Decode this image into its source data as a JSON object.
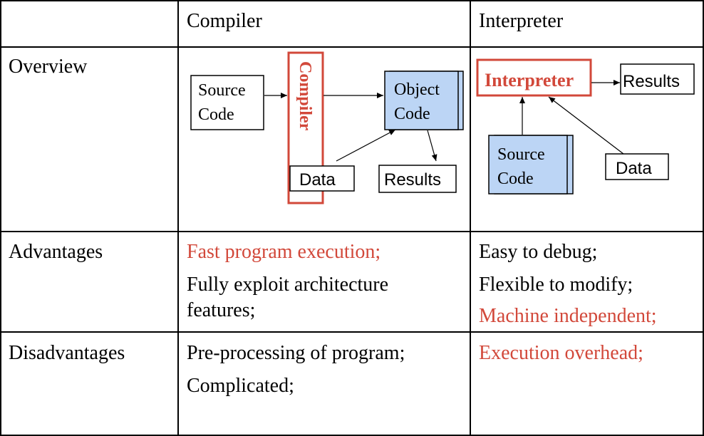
{
  "header": {
    "corner": "",
    "compiler": "Compiler",
    "interpreter": "Interpreter"
  },
  "rows": {
    "overview": "Overview",
    "advantages": "Advantages",
    "disadvantages": "Disadvantages"
  },
  "compiler_diagram": {
    "source_l1": "Source",
    "source_l2": "Code",
    "compiler": "Compiler",
    "object_l1": "Object",
    "object_l2": "Code",
    "data": "Data",
    "results": "Results"
  },
  "interpreter_diagram": {
    "interpreter": "Interpreter",
    "results": "Results",
    "source_l1": "Source",
    "source_l2": "Code",
    "data": "Data"
  },
  "compiler_advantages": {
    "line1": "Fast program execution;",
    "line2": "Fully exploit architecture",
    "line3": "features;"
  },
  "interpreter_advantages": {
    "line1": "Easy to debug;",
    "line2": "Flexible to modify;",
    "line3": "Machine independent;"
  },
  "compiler_disadvantages": {
    "line1": "Pre-processing of program;",
    "line2": "Complicated;"
  },
  "interpreter_disadvantages": {
    "line1": "Execution overhead;"
  },
  "colors": {
    "accent_red": "#d2483a",
    "box_blue": "#bcd5f5"
  }
}
